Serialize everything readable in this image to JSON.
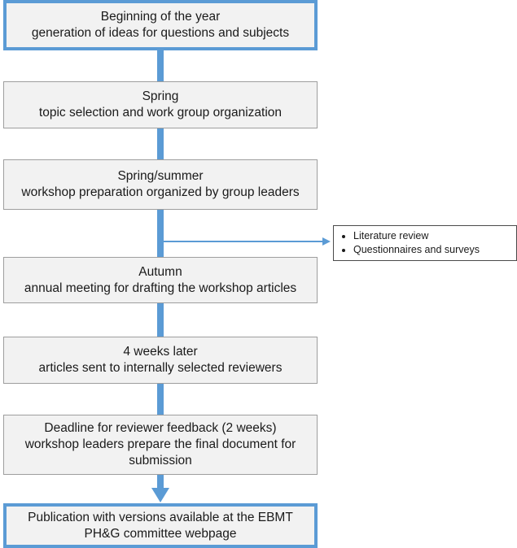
{
  "steps": [
    {
      "line1": "Beginning of the year",
      "line2": "generation of ideas for questions and subjects"
    },
    {
      "line1": "Spring",
      "line2": "topic selection and work group organization"
    },
    {
      "line1": "Spring/summer",
      "line2": "workshop preparation organized by group leaders"
    },
    {
      "line1": "Autumn",
      "line2": "annual meeting for drafting the workshop articles"
    },
    {
      "line1": "4 weeks later",
      "line2": "articles sent to internally selected reviewers"
    },
    {
      "line1": "Deadline for reviewer feedback (2 weeks)",
      "line2": "workshop leaders prepare the final document for",
      "line3": "submission"
    },
    {
      "line1": "Publication with versions available at the EBMT",
      "line2": "PH&G committee  webpage"
    }
  ],
  "side_note": {
    "items": [
      "Literature review",
      "Questionnaires and surveys"
    ]
  },
  "colors": {
    "connector": "#5b9bd5",
    "box_fill": "#f2f2f2",
    "box_border": "#9e9e9e"
  }
}
